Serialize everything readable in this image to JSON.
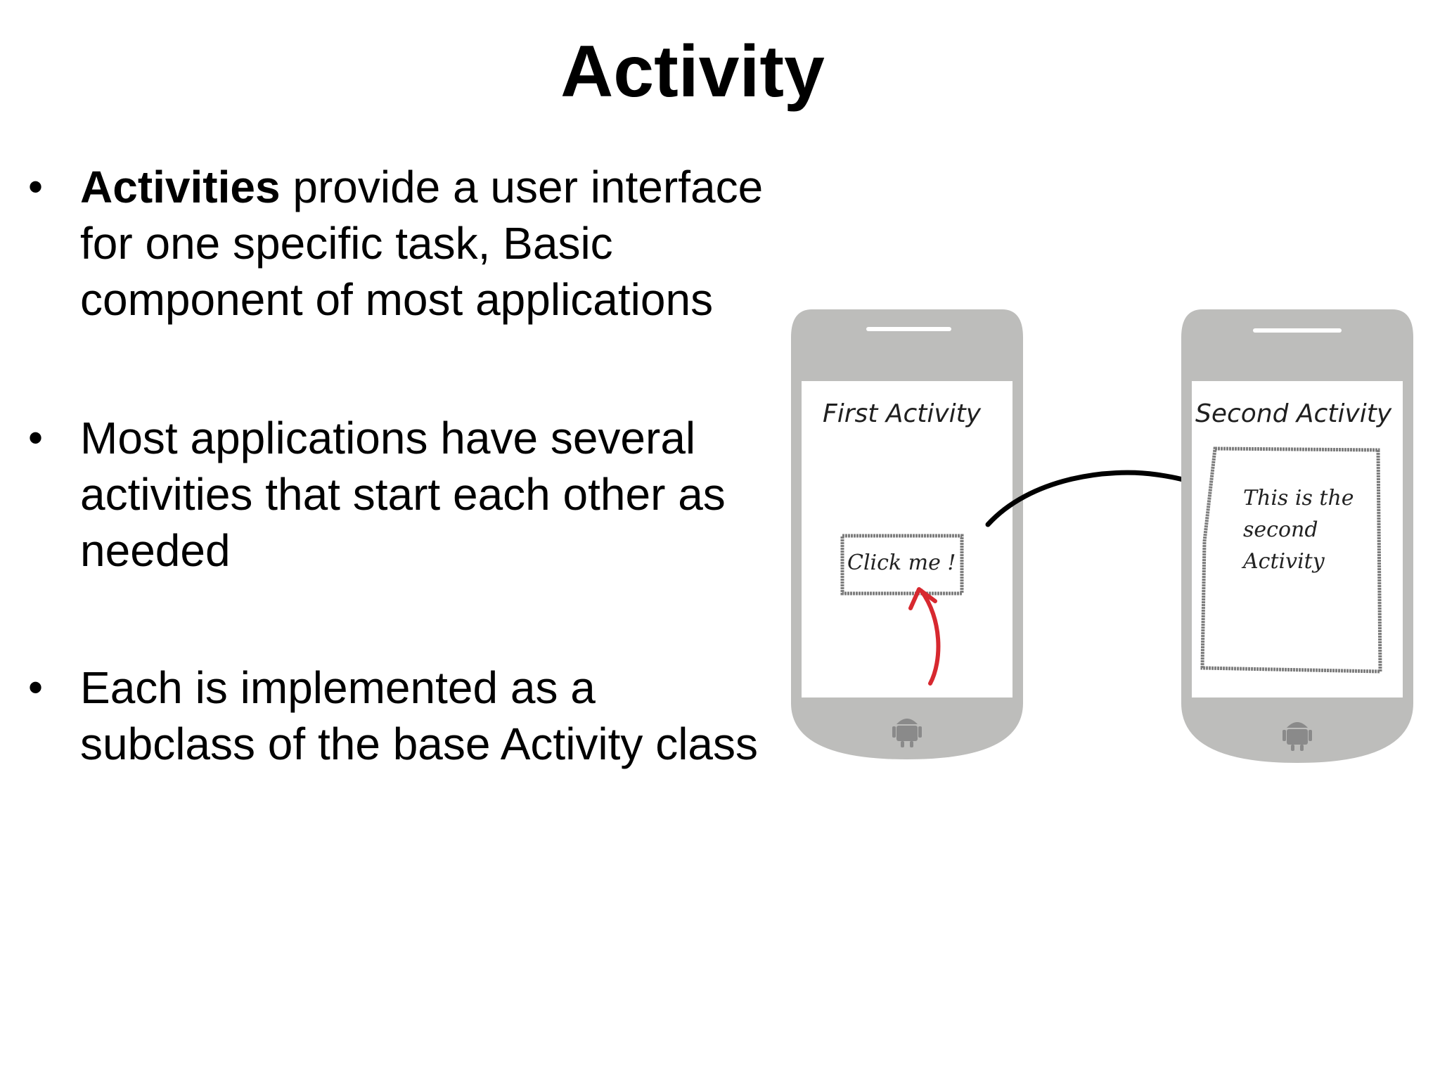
{
  "slide": {
    "title": "Activity",
    "bullets": [
      {
        "bold": "Activities",
        "line1_rest": " provide a user interface",
        "line2": "for one specific  task, Basic",
        "line3": "component of most applications"
      },
      {
        "line1": "Most applications have several",
        "line2": "activities that start each other as",
        "line3": "needed"
      },
      {
        "line1": "Each is implemented as a",
        "line2": "subclass of the base Activity class"
      }
    ],
    "bullet_symbol": "•"
  },
  "diagram": {
    "first_phone": {
      "title": "First Activity",
      "button_label": "Click me !",
      "home_icon": "android-icon"
    },
    "second_phone": {
      "title": "Second Activity",
      "box_line1": "This is the",
      "box_line2": "second",
      "box_line3": "Activity",
      "home_icon": "android-icon"
    },
    "colors": {
      "phone_body": "#bdbdbb",
      "screen": "#ffffff",
      "tap_arrow": "#d7282f",
      "transition_arrow": "#000000"
    }
  }
}
